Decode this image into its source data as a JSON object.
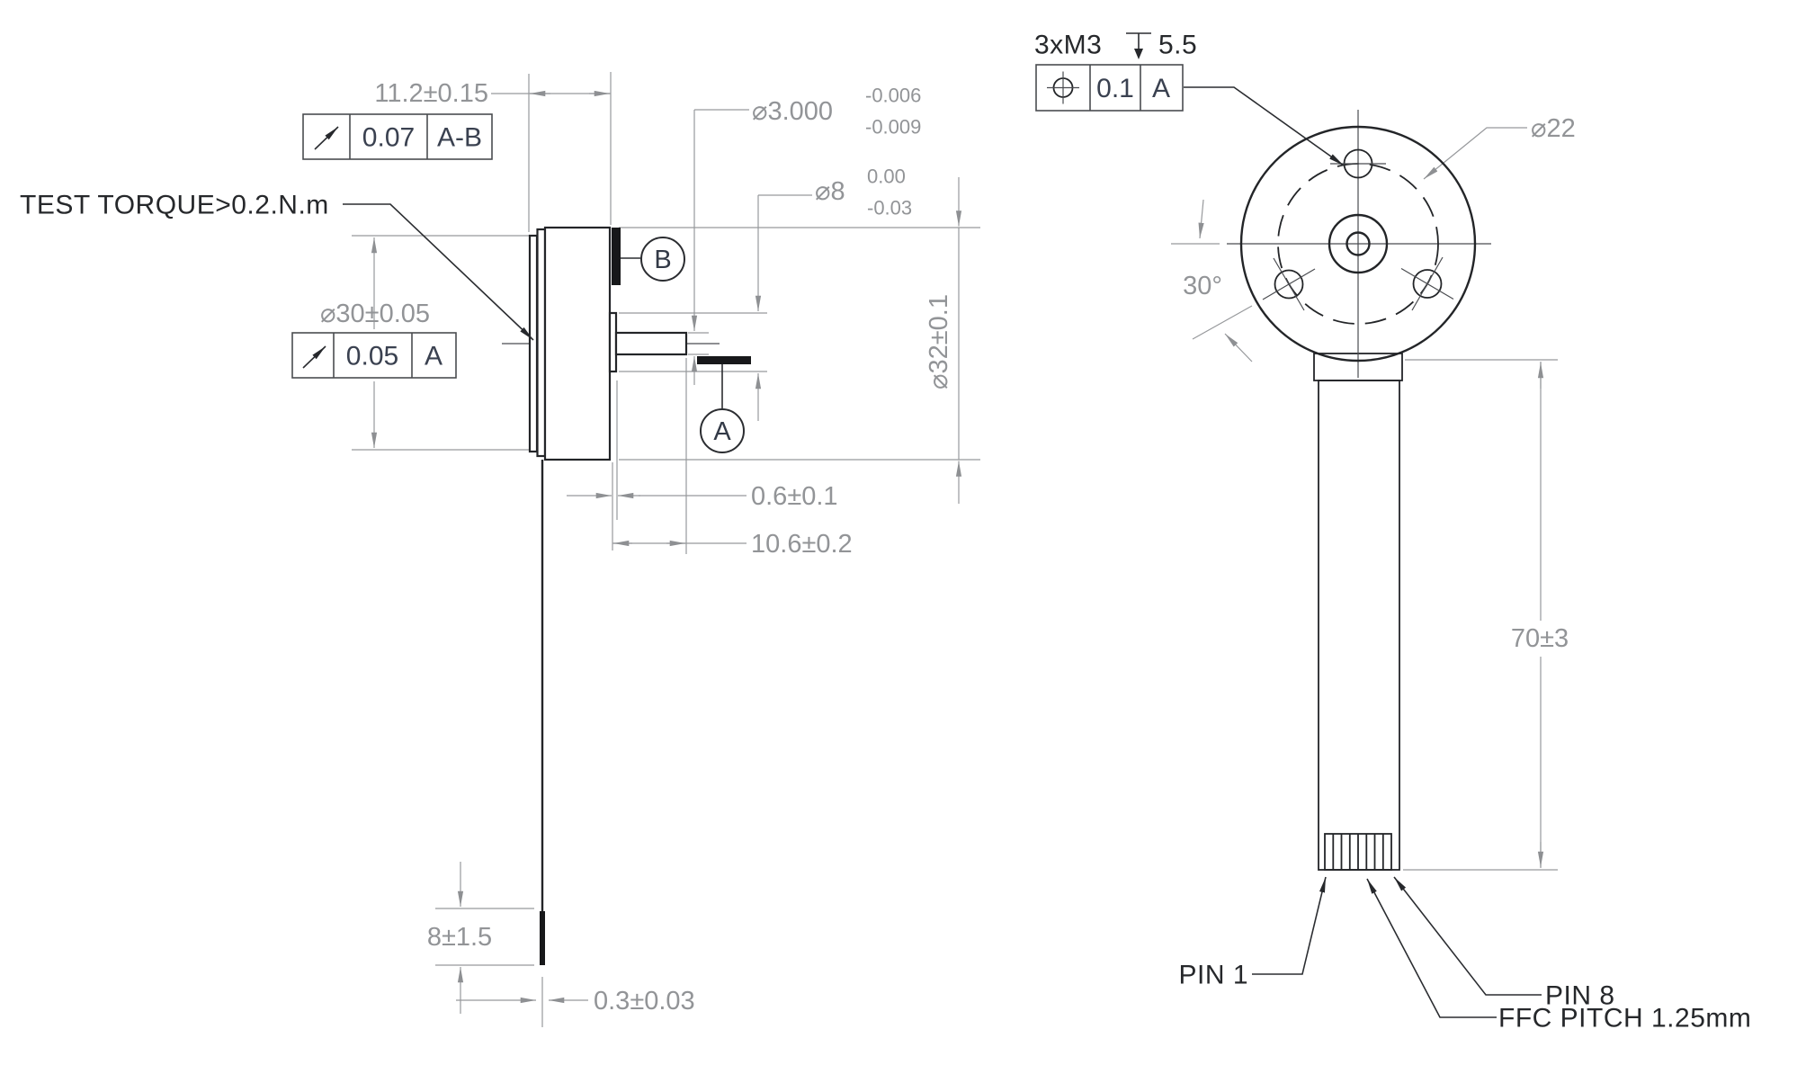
{
  "left_view": {
    "torque_note": "TEST TORQUE>0.2.N.m",
    "depth_dim": "11.2±0.15",
    "fcf_runout_ab": {
      "value": "0.07",
      "datum": "A-B"
    },
    "flange_dia_dim": "⌀30±0.05",
    "fcf_runout_a": {
      "value": "0.05",
      "datum": "A"
    },
    "shaft_dia_dim": {
      "nominal": "⌀3.000",
      "upper_tol": "-0.006",
      "lower_tol": "-0.009"
    },
    "boss_dia_dim": {
      "nominal": "⌀8",
      "upper_tol": "0.00",
      "lower_tol": "-0.03"
    },
    "body_dia_dim": "⌀32±0.1",
    "boss_offset_dim": "0.6±0.1",
    "shaft_length_dim": "10.6±0.2",
    "datum_b_label": "B",
    "datum_a_label": "A",
    "stiffener_dim": "8±1.5",
    "ffc_thickness_dim": "0.3±0.03"
  },
  "right_view": {
    "thread_note_prefix": "3xM3",
    "thread_note_depth": "5.5",
    "fcf_position": {
      "value": "0.1",
      "datum": "A"
    },
    "bolt_circle_dim": "⌀22",
    "hole_angle_dim": "30°",
    "cable_length_dim": "70±3",
    "pin1_label": "PIN 1",
    "pin8_label": "PIN 8",
    "ffc_pitch_label": "FFC PITCH 1.25mm"
  },
  "colors": {
    "outline": "#232528",
    "dimension_gray": "#929497",
    "note_black": "#26282b"
  }
}
